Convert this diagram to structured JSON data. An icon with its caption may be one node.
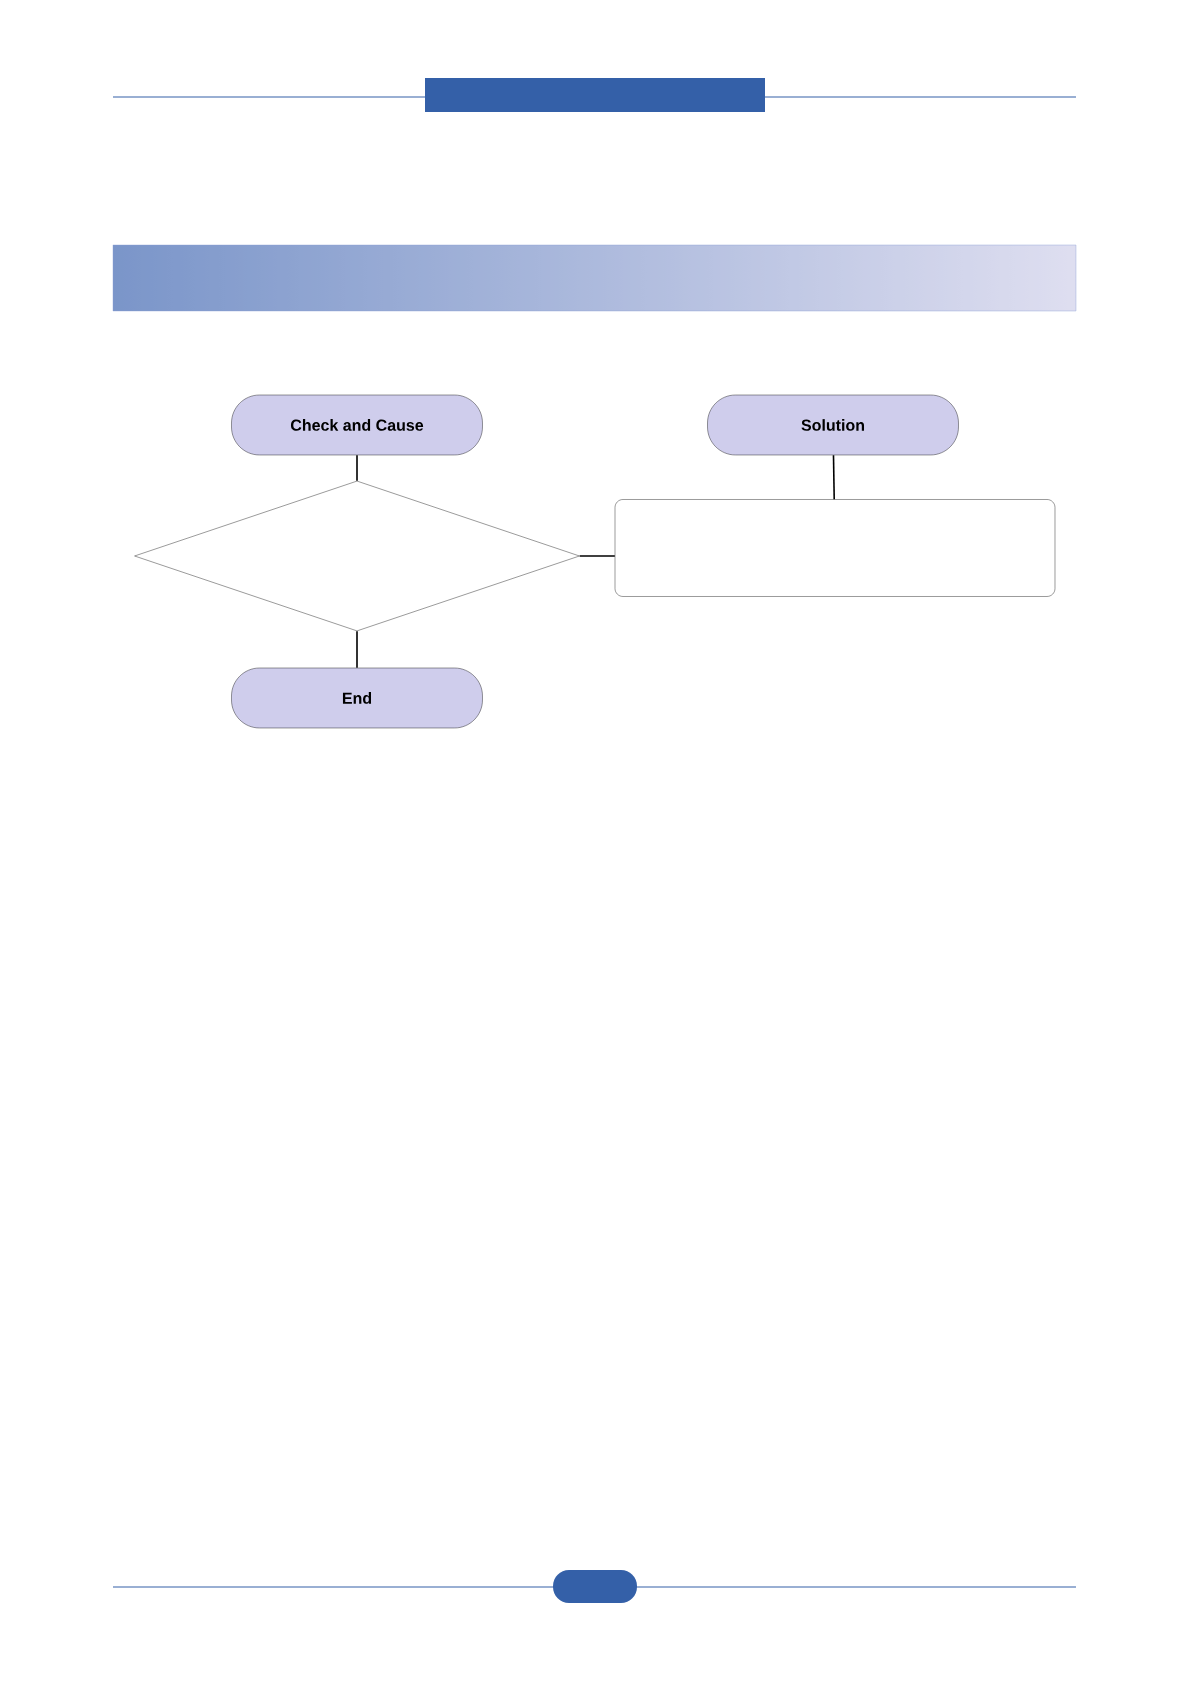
{
  "diagram": {
    "nodes": [
      {
        "text": [
          "Check and Cause"
        ]
      },
      {
        "text": [
          "Solution"
        ]
      },
      {
        "text": [],
        "shape": "diamond"
      },
      {
        "text": [],
        "shape": "box"
      },
      {
        "text": [
          "End"
        ]
      }
    ],
    "edges": [
      {
        "from": 0,
        "to": 2,
        "arrow": "none"
      },
      {
        "from": 2,
        "to": 4,
        "arrow": "none"
      },
      {
        "from": 1,
        "to": 3,
        "arrow": "none"
      },
      {
        "from": 2,
        "to": 3,
        "arrow": "none"
      }
    ]
  }
}
